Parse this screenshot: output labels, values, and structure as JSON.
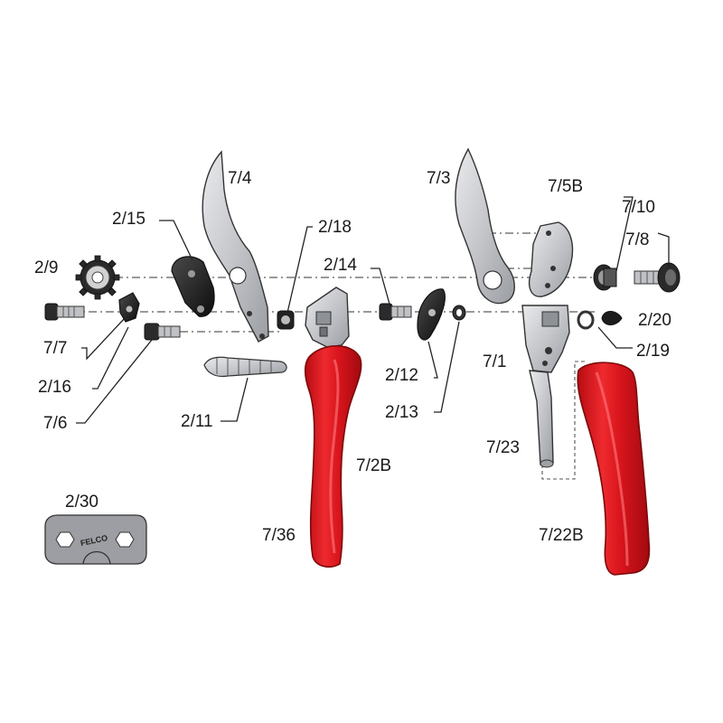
{
  "parts": {
    "p7_4": "7/4",
    "p2_15": "2/15",
    "p2_18": "2/18",
    "p2_9": "2/9",
    "p2_14": "2/14",
    "p7_7": "7/7",
    "p2_16": "2/16",
    "p7_6": "7/6",
    "p2_11": "2/11",
    "p7_2B": "7/2B",
    "p7_36": "7/36",
    "p2_12": "2/12",
    "p2_13": "2/13",
    "p7_3": "7/3",
    "p7_5B": "7/5B",
    "p7_10": "7/10",
    "p7_8": "7/8",
    "p2_20": "2/20",
    "p2_19": "2/19",
    "p7_1": "7/1",
    "p7_23": "7/23",
    "p7_22B": "7/22B",
    "p2_30": "2/30"
  },
  "wrench_text": "FELCO",
  "colors": {
    "handle_red": "#d8141c",
    "metal": "#c9cbce",
    "black_part": "#1c1c1c"
  }
}
